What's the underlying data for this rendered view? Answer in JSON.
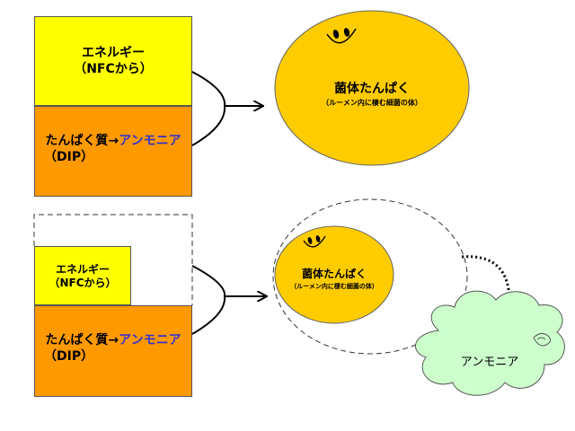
{
  "top": {
    "energy_label": "エネルギー",
    "energy_source": "（NFCから）",
    "protein_label": "たんぱく質→",
    "ammonia_inline": "アンモニア",
    "protein_source": "（DIP）",
    "microbial_protein": "菌体たんぱく",
    "microbial_note": "（ルーメン内に棲む細菌の体）"
  },
  "bottom": {
    "energy_label": "エネルギー",
    "energy_source": "（NFCから）",
    "protein_label": "たんぱく質→",
    "ammonia_inline": "アンモニア",
    "protein_source": "（DIP）",
    "microbial_protein": "菌体たんぱく",
    "microbial_note": "（ルーメン内に棲む細菌の体）",
    "ammonia_cloud": "アンモニア"
  },
  "colors": {
    "energy": "#ffff00",
    "protein": "#ff9900",
    "microbe": "#ffcc00",
    "cloud": "#ccffcc",
    "ammonia_text": "#3333cc"
  },
  "icons": [
    "smiley-face-icon",
    "brace-icon",
    "arrow-right-icon",
    "cloud-shape",
    "dotted-arrow-icon"
  ]
}
